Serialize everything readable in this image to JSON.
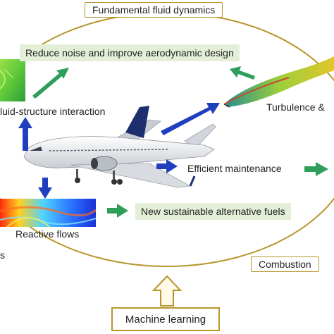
{
  "labels": {
    "fundamental": "Fundamental fluid dynamics",
    "noise": "Reduce noise and improve aerodynamic design",
    "fsi": "luid-structure interaction",
    "turbulence": "Turbulence &",
    "maintenance": "Efficient maintenance",
    "fuels": "New sustainable alternative fuels",
    "reactive": "Reactive flows",
    "left_fragment": "s",
    "combustion": "Combustion",
    "ml": "Machine learning"
  },
  "colors": {
    "gold": "#b8962e",
    "green_arrow": "#2e9e5a",
    "blue_arrow": "#1f3fbf",
    "green_box": "#e4efd8"
  }
}
